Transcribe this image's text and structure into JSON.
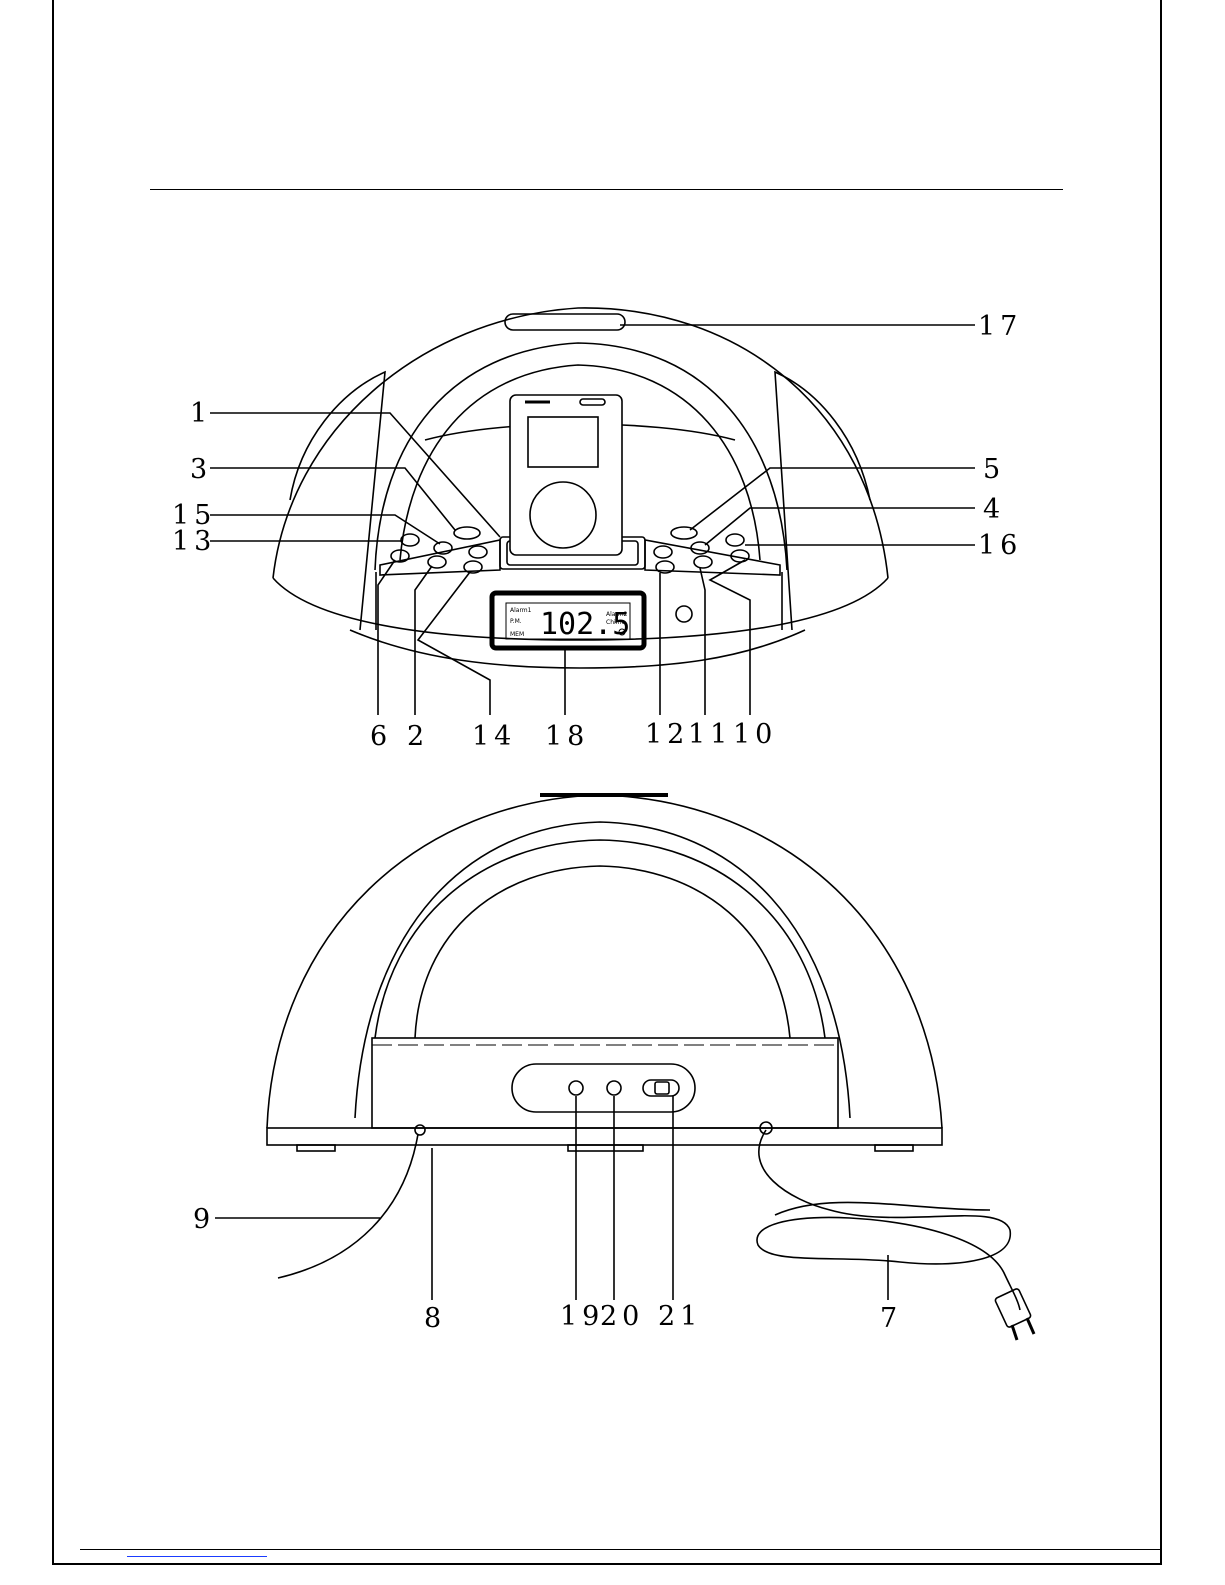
{
  "callouts": {
    "c1": "1",
    "c3": "3",
    "c15": "15",
    "c13": "13",
    "c17": "17",
    "c5": "5",
    "c4": "4",
    "c16": "16",
    "c6": "6",
    "c2": "2",
    "c14": "14",
    "c18": "18",
    "c12": "12",
    "c11": "11",
    "c10": "10",
    "c9": "9",
    "c8": "8",
    "c19": "19",
    "c20": "20",
    "c21": "21",
    "c7": "7"
  },
  "lcd": {
    "frequency": "102.5",
    "alarm1": "Alarm1",
    "alarm2": "Alarm2",
    "pm": "P.M.",
    "mem": "MEM",
    "chime": "Chime"
  }
}
